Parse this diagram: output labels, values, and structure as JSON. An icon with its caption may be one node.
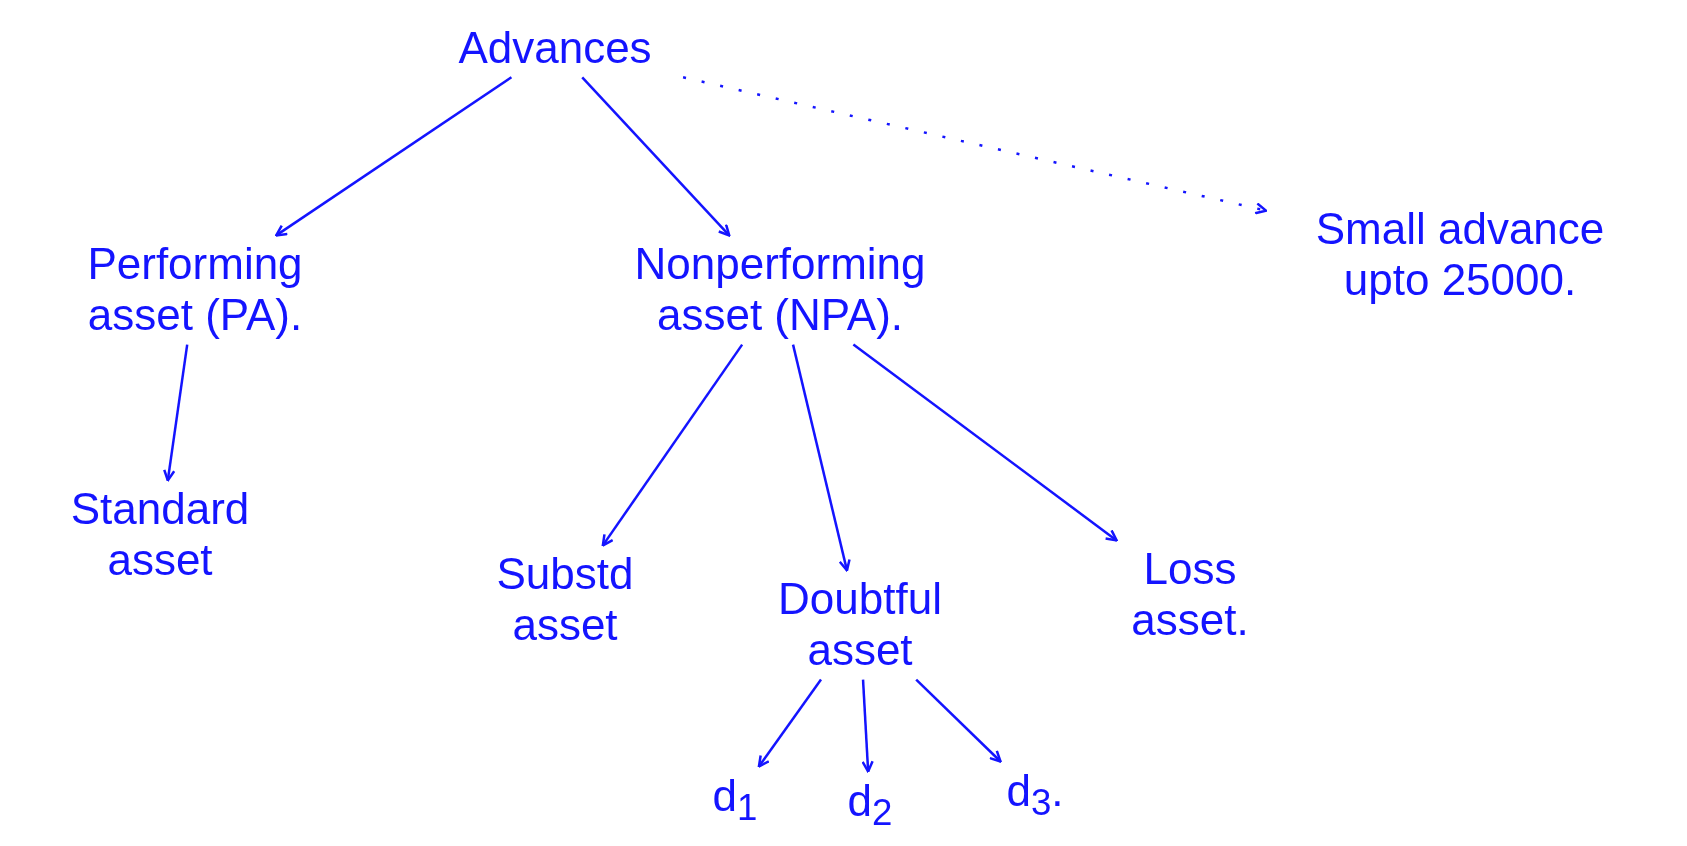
{
  "diagram": {
    "nodes": [
      {
        "text": [
          "Advances"
        ]
      },
      {
        "text": [
          "Performing asset (PA)."
        ]
      },
      {
        "text": [
          "Nonperforming asset (NPA)."
        ]
      },
      {
        "text": [
          "Small advance upto 25000."
        ]
      },
      {
        "text": [
          "Standard asset"
        ]
      },
      {
        "text": [
          "Substd asset"
        ]
      },
      {
        "text": [
          "Doubtful asset"
        ]
      },
      {
        "text": [
          "Loss asset."
        ]
      },
      {
        "text": [
          "d$_{1}$"
        ]
      },
      {
        "text": [
          "d$_{2}$"
        ]
      },
      {
        "text": [
          "d$_{3}$."
        ]
      }
    ],
    "edges": [
      {
        "from": 0,
        "to": 1,
        "arrow": "to"
      },
      {
        "from": 0,
        "to": 2,
        "arrow": "to"
      },
      {
        "from": 0,
        "to": 3,
        "arrow": "to",
        "style": "dashed"
      },
      {
        "from": 1,
        "to": 4,
        "arrow": "to"
      },
      {
        "from": 2,
        "to": 5,
        "arrow": "to"
      },
      {
        "from": 2,
        "to": 6,
        "arrow": "to"
      },
      {
        "from": 2,
        "to": 7,
        "arrow": "to"
      },
      {
        "from": 6,
        "to": 8,
        "arrow": "to"
      },
      {
        "from": 6,
        "to": 9,
        "arrow": "to"
      },
      {
        "from": 6,
        "to": 10,
        "arrow": "to"
      }
    ]
  }
}
